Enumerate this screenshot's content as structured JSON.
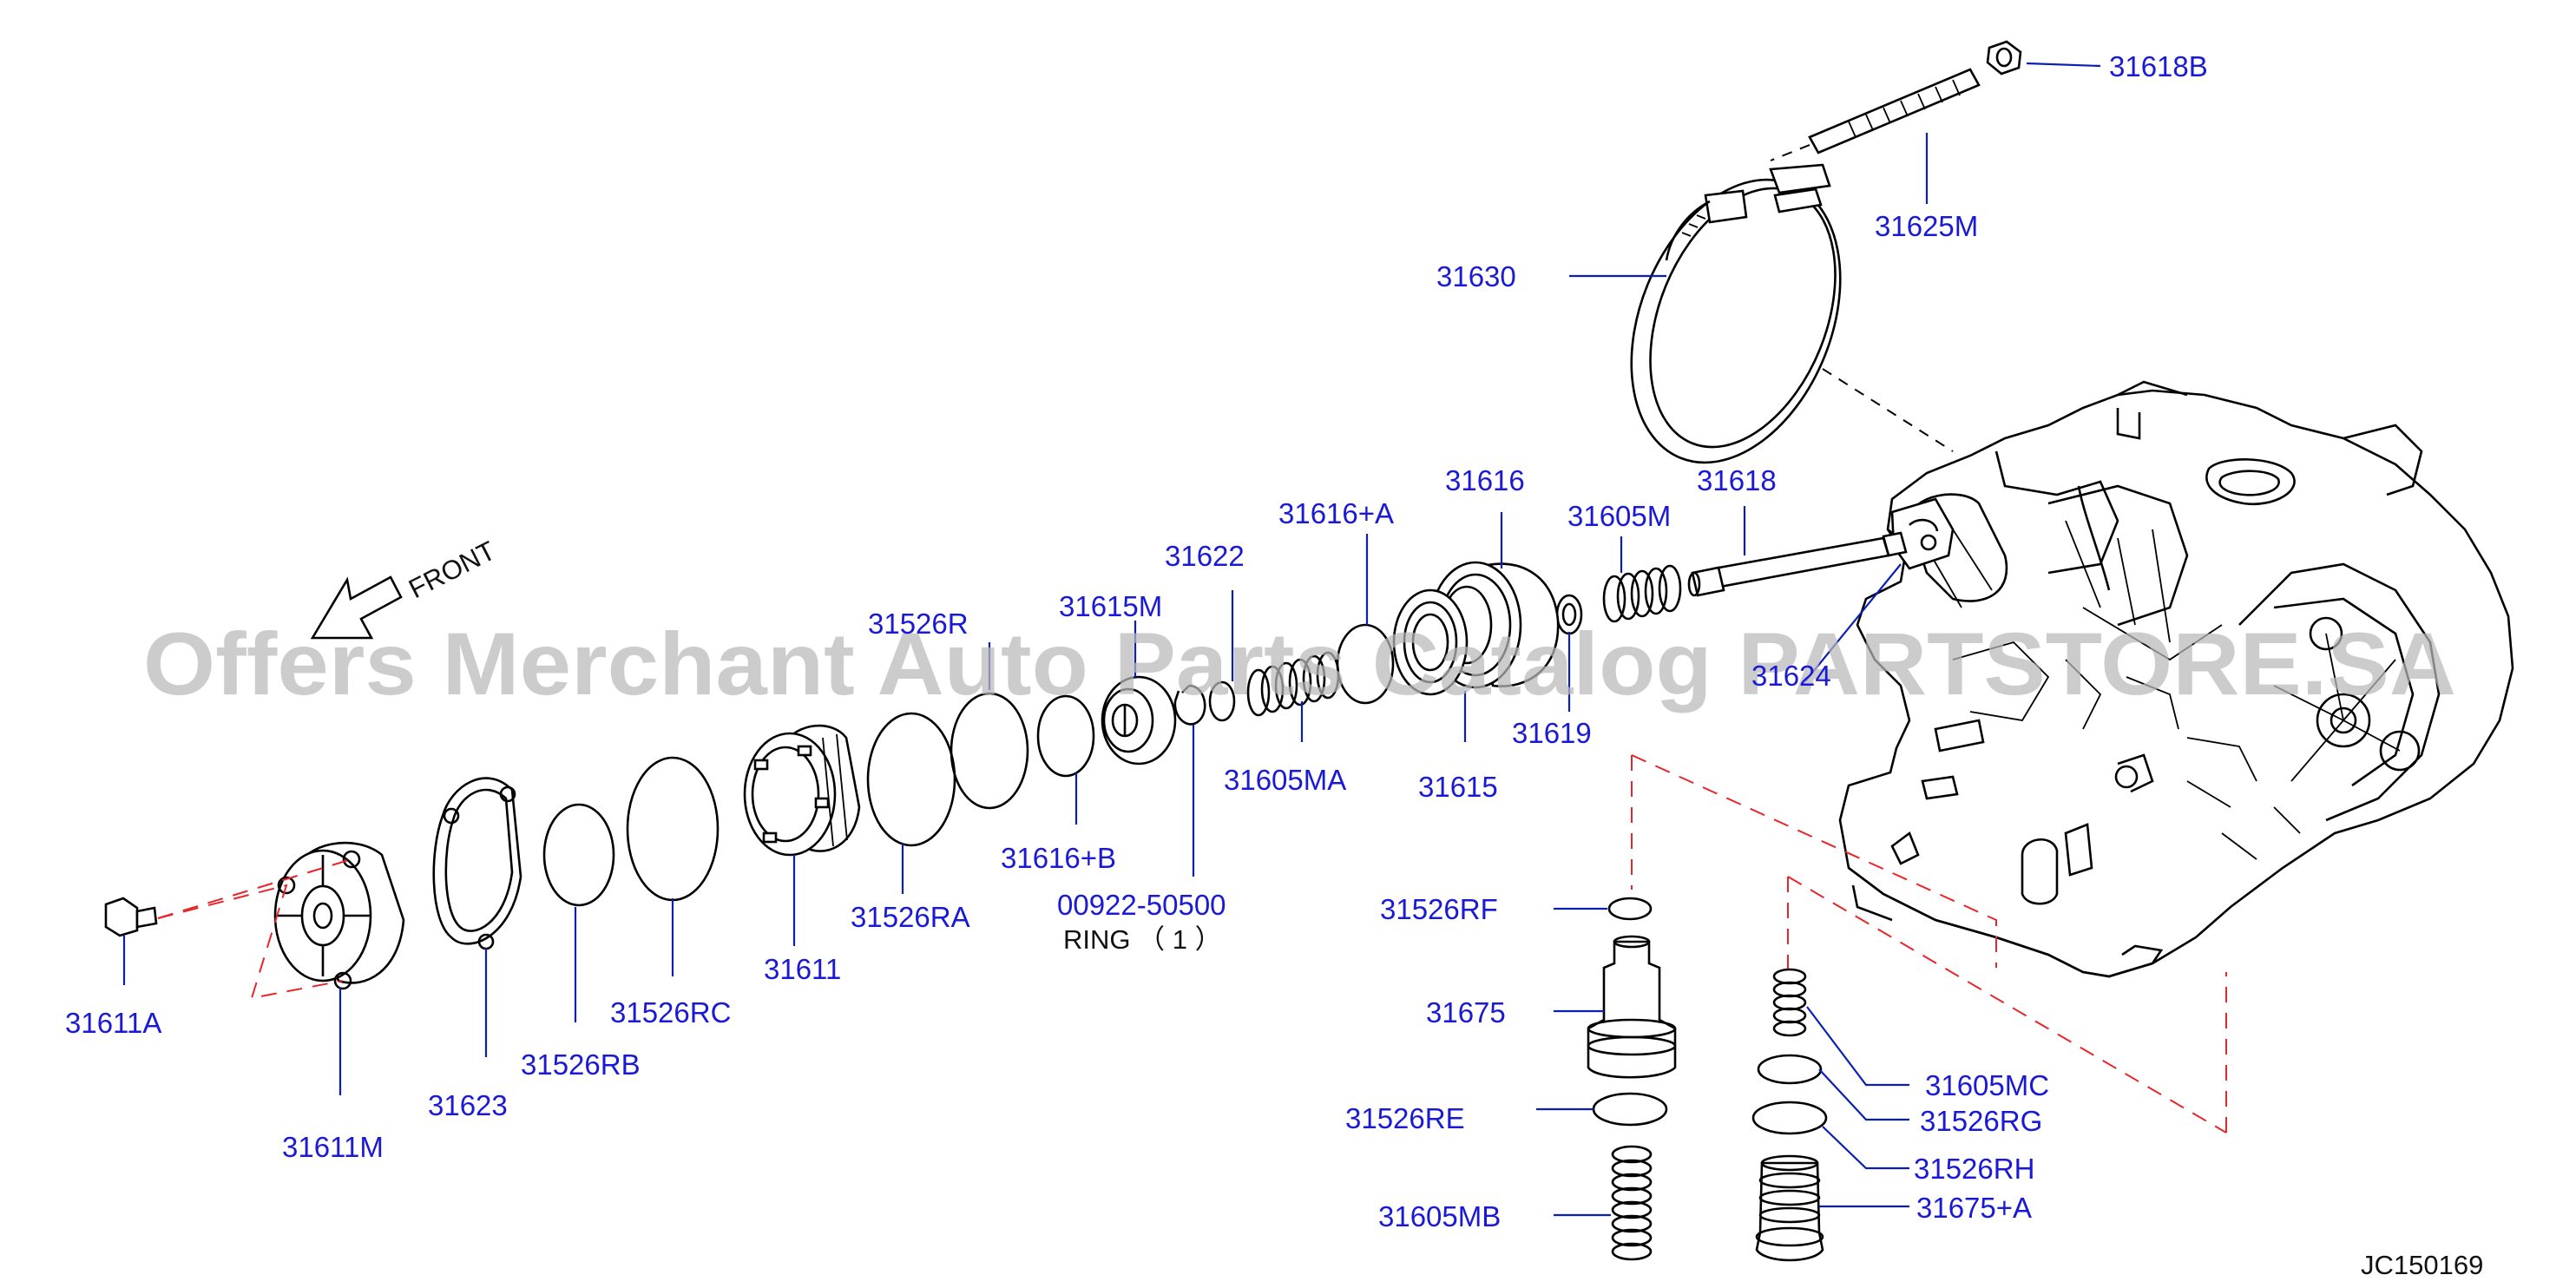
{
  "labels": {
    "p31618B": "31618B",
    "p31625M": "31625M",
    "p31630": "31630",
    "p31616": "31616",
    "p31618": "31618",
    "p31616A": "31616+A",
    "p31605M": "31605M",
    "p31622": "31622",
    "p31615M": "31615M",
    "p31526R": "31526R",
    "p31624": "31624",
    "p31619": "31619",
    "p31605MA": "31605MA",
    "p31615": "31615",
    "p31616B": "31616+B",
    "p00922": "00922-50500",
    "ring": "RING （ 1 ）",
    "p31526RA": "31526RA",
    "p31611": "31611",
    "p31526RC": "31526RC",
    "p31526RB": "31526RB",
    "p31623": "31623",
    "p31611A": "31611A",
    "p31611M": "31611M",
    "p31526RF": "31526RF",
    "p31675": "31675",
    "p31526RE": "31526RE",
    "p31605MB": "31605MB",
    "p31605MC": "31605MC",
    "p31526RG": "31526RG",
    "p31526RH": "31526RH",
    "p31675A": "31675+A"
  },
  "front_label": "FRONT",
  "diagram_code": "JC150169",
  "watermark": "Offers Merchant Auto Parts Catalog PARTSTORE.SA",
  "colors": {
    "label": "#1a1ad6",
    "leader": "#0b1fb4",
    "locator": "#e8262a",
    "watermark": "#b9b9b9"
  }
}
